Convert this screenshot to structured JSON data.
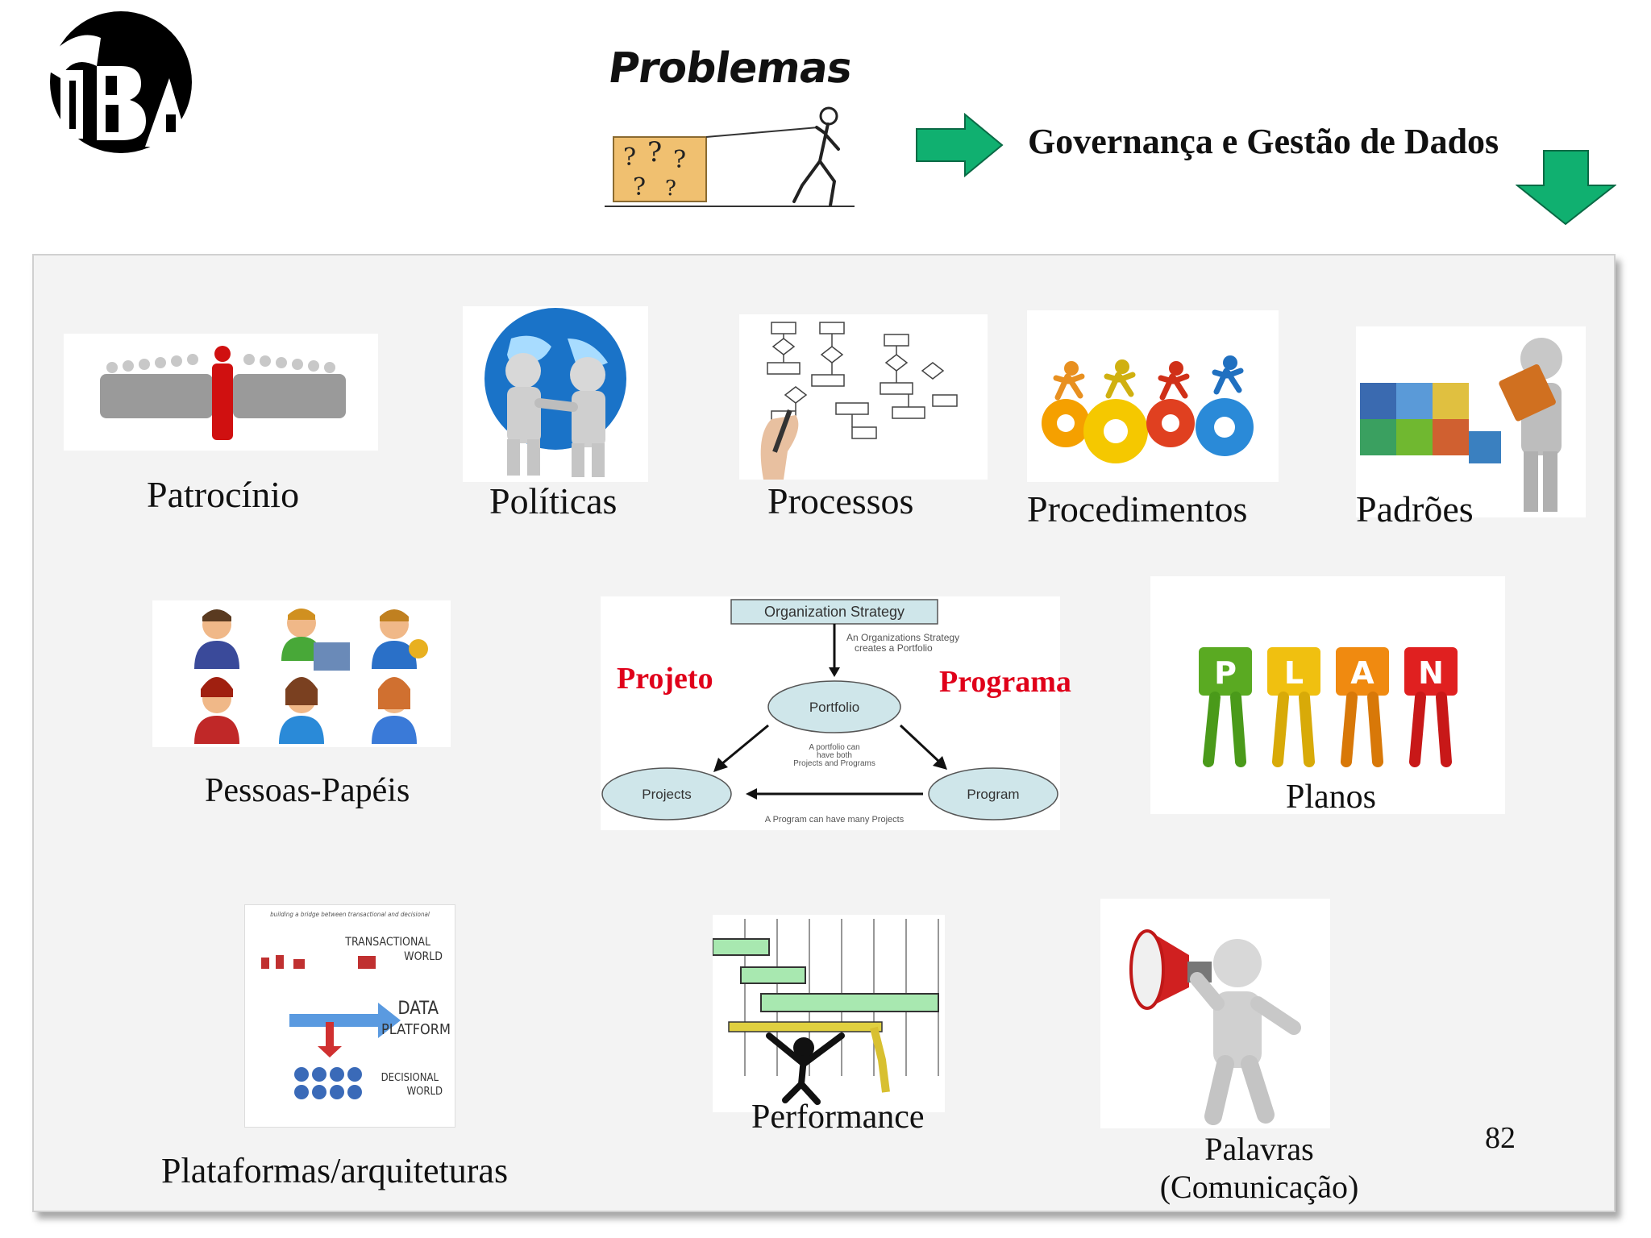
{
  "header": {
    "problemas": "Problemas",
    "headline": "Governança e Gestão de Dados"
  },
  "colors": {
    "arrow": "#10b070",
    "red_label": "#e0001a",
    "panel": "#f3f3f3"
  },
  "items": {
    "patrocinio": "Patrocínio",
    "politicas": "Políticas",
    "processos": "Processos",
    "procedimentos": "Procedimentos",
    "padroes": "Padrões",
    "pessoas": "Pessoas-Papéis",
    "planos": "Planos",
    "plataformas": "Plataformas/arquiteturas",
    "performance": "Performance",
    "palavras_line1": "Palavras",
    "palavras_line2": "(Comunicação)"
  },
  "diagram": {
    "projeto": "Projeto",
    "programa": "Programa",
    "strategy": "Organization Strategy",
    "strategy_note1": "An Organizations Strategy",
    "strategy_note2": "creates a Portfolio",
    "portfolio": "Portfolio",
    "portfolio_note1": "A portfolio can",
    "portfolio_note2": "have both",
    "portfolio_note3": "Projects and Programs",
    "projects": "Projects",
    "program": "Program",
    "program_note": "A Program can have many Projects"
  },
  "platform_image": {
    "title": "building a bridge between transactional and decisional",
    "transactional": "TRANSACTIONAL",
    "world1": "WORLD",
    "data": "DATA",
    "platform": "PLATFORM",
    "decisional": "DECISIONAL",
    "world2": "WORLD"
  },
  "plan_letters": [
    "P",
    "L",
    "A",
    "N"
  ],
  "page_number": "82"
}
